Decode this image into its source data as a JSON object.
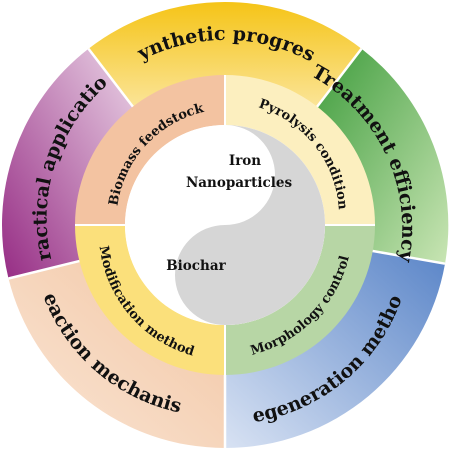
{
  "outer_ring": {
    "synthetic_progress": "Synthetic progress",
    "treatment_efficiency": "Treatment efficiency",
    "regeneration_method": "Regeneration method",
    "reaction_mechanism": "Reaction mechanism",
    "practical_application": "Practical application"
  },
  "inner_ring": {
    "biomass_feedstock": "Biomass feedstock",
    "pyrolysis_condition": "Pyrolysis condition",
    "morphology_control": "Morphology control",
    "modification_method": "Modification method"
  },
  "center": {
    "iron_line1": "Iron",
    "iron_line2": "Nanoparticles",
    "biochar": "Biochar"
  },
  "colors": {
    "synthetic_progress": "#f3c320",
    "treatment_efficiency": "#5fb04f",
    "regeneration_method": "#7f9fd2",
    "reaction_mechanism": "#f5d2b8",
    "practical_application": "#b04a98",
    "biomass_feedstock": "#f4c3a2",
    "pyrolysis_condition": "#fcefc0",
    "morphology_control": "#b8d7a6",
    "modification_method": "#fbe07a",
    "iron_nanoparticles": "#d7d7d7",
    "biochar": "#ffffff"
  }
}
